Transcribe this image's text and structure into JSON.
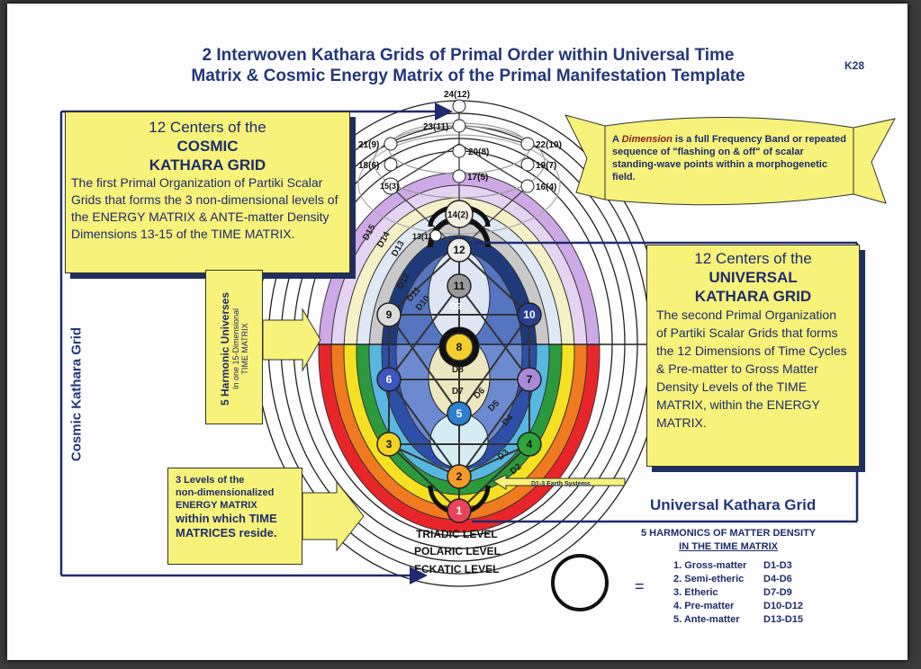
{
  "title": {
    "line1": "2 Interwoven Kathara Grids of Primal Order within Universal Time",
    "line2": "Matrix & Cosmic Energy Matrix of the Primal Manifestation Template",
    "code": "K28"
  },
  "cosmic_box": {
    "heading1": "12 Centers of the",
    "heading2": "COSMIC",
    "heading3": "KATHARA GRID",
    "body": "The first Primal Organization of Partiki Scalar Grids that forms the 3 non-dimensional levels of the ENERGY MATRIX & ANTE-matter Density Dimensions 13-15 of the TIME MATRIX."
  },
  "universal_box": {
    "heading1": "12 Centers of the",
    "heading2": "UNIVERSAL",
    "heading3": "KATHARA GRID",
    "body": "The second Primal Organization of Partiki Scalar Grids that forms the 12 Dimensions of Time Cycles & Pre-matter to Gross Matter Density Levels of the TIME MATRIX, within the ENERGY MATRIX."
  },
  "dimension_banner": {
    "prefix": "A",
    "keyword": "Dimension",
    "text": "is a full Frequency Band or repeated sequence of \"flashing on & off\" of scalar standing-wave points within a morphogenetic field."
  },
  "harmonic_universes": {
    "line1": "5 Harmonic Universes",
    "line2": "In one 15-Dimensional",
    "line3": "TIME MATRIX"
  },
  "levels_box": {
    "line1": "3 Levels of the",
    "line2": "non-dimensionalized",
    "line3": "ENERGY MATRIX",
    "line4": "within which TIME",
    "line5": "MATRICES reside."
  },
  "side_label": "Cosmic Kathara Grid",
  "universal_label": "Universal Kathara Grid",
  "earth_label": "D1-3 Earth Systems",
  "levels": {
    "triadic": "TRIADIC LEVEL",
    "polaric": "POLARIC LEVEL",
    "eckatic": "ECKATIC LEVEL"
  },
  "harmonics": {
    "heading": "5 HARMONICS OF MATTER DENSITY",
    "subheading": "IN THE TIME MATRIX",
    "items": [
      {
        "name": "1. Gross-matter",
        "range": "D1-D3"
      },
      {
        "name": "2. Semi-etheric",
        "range": "D4-D6"
      },
      {
        "name": "3. Etheric",
        "range": "D7-D9"
      },
      {
        "name": "4. Pre-matter",
        "range": "D10-D12"
      },
      {
        "name": "5. Ante-matter",
        "range": "D13-D15"
      }
    ],
    "equals": "="
  },
  "cosmic_nodes": [
    "24(12)",
    "23(11)",
    "21(9)",
    "20(8)",
    "22(10)",
    "18(6)",
    "17(5)",
    "19(7)",
    "15(3)",
    "16(4)",
    "14(2)",
    "13(1)"
  ],
  "universal_nodes": [
    "12",
    "11",
    "10",
    "9",
    "8",
    "7",
    "6",
    "5",
    "4",
    "3",
    "2",
    "1"
  ],
  "dimension_labels": [
    "D15",
    "D14",
    "D13",
    "D12",
    "D11",
    "D10",
    "D9",
    "D8",
    "D7",
    "D6",
    "D5",
    "D4",
    "D3",
    "D2"
  ]
}
